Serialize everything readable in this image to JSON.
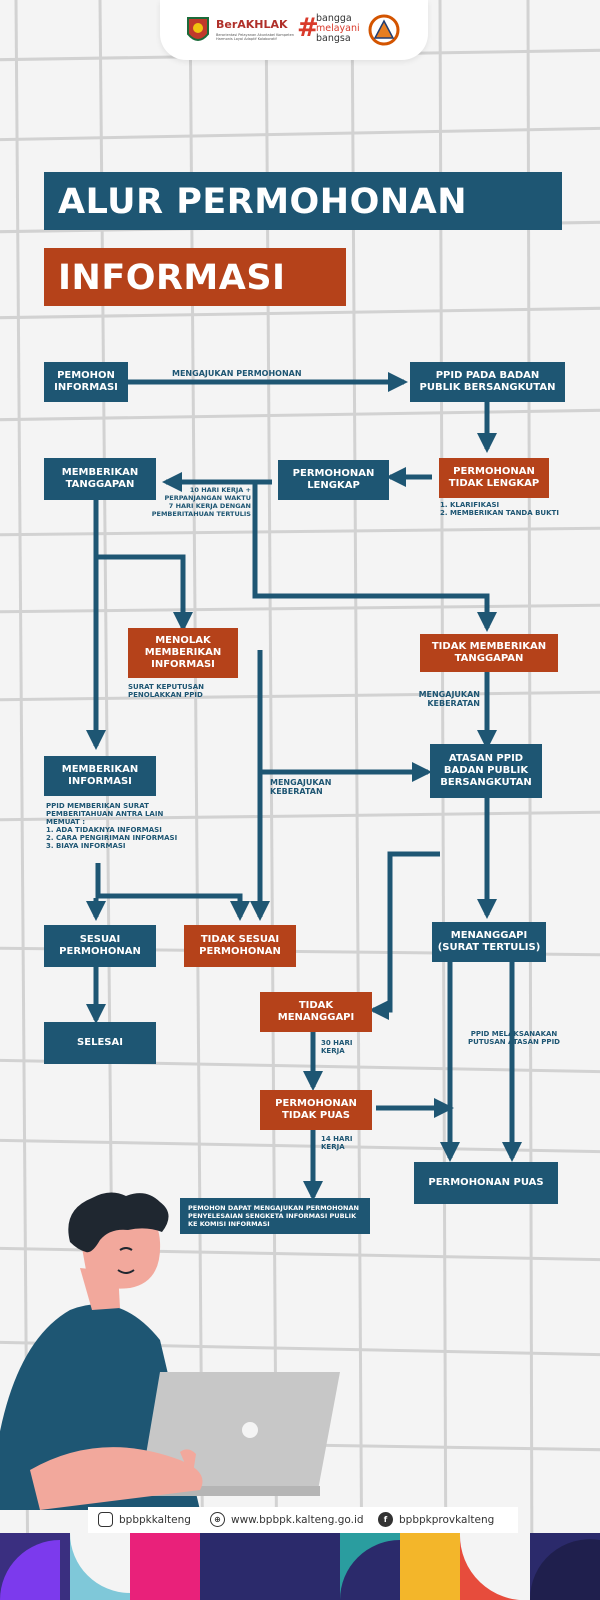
{
  "header": {
    "brand": "BerAKHLAK",
    "brand_sub": "Berorientasi Pelayanan Akuntabel Kompeten Harmonis Loyal Adaptif Kolaboratif",
    "hashtag": "#",
    "tagline": [
      "bangga",
      "melayani",
      "bangsa"
    ]
  },
  "title": {
    "line1": "ALUR PERMOHONAN",
    "line2": "INFORMASI"
  },
  "flow": {
    "pemohon": "PEMOHON INFORMASI",
    "mengajukan": "MENGAJUKAN PERMOHONAN",
    "ppid": "PPID PADA BADAN PUBLIK BERSANGKUTAN",
    "tidak_lengkap": "PERMOHONAN TIDAK LENGKAP",
    "tidak_lengkap_notes": [
      "1. KLARIFIKASI",
      "2. MEMBERIKAN TANDA BUKTI"
    ],
    "lengkap": "PERMOHONAN LENGKAP",
    "waktu_notes": [
      "10 HARI KERJA +",
      "PERPANJANGAN WAKTU",
      "7 HARI KERJA DENGAN",
      "PEMBERITAHUAN TERTULIS"
    ],
    "memberikan_tanggapan": "MEMBERIKAN TANGGAPAN",
    "menolak": "MENOLAK MEMBERIKAN INFORMASI",
    "surat_keputusan": [
      "SURAT KEPUTUSAN",
      "PENOLAKKAN PPID"
    ],
    "tidak_memberikan": "TIDAK MEMBERIKAN TANGGAPAN",
    "mengajukan_keberatan_1": [
      "MENGAJUKAN",
      "KEBERATAN"
    ],
    "memberikan_informasi": "MEMBERIKAN INFORMASI",
    "ppid_surat_notes": [
      "PPID MEMBERIKAN SURAT",
      "PEMBERITAHUAN ANTRA LAIN",
      "MEMUAT :",
      "1. ADA TIDAKNYA INFORMASI",
      "2. CARA PENGIRIMAN INFORMASI",
      "3. BIAYA INFORMASI"
    ],
    "mengajukan_keberatan_2": [
      "MENGAJUKAN",
      "KEBERATAN"
    ],
    "atasan": "ATASAN PPID BADAN PUBLIK BERSANGKUTAN",
    "sesuai": "SESUAI PERMOHONAN",
    "tidak_sesuai": "TIDAK SESUAI PERMOHONAN",
    "menanggapi": "MENANGGAPI (SURAT TERTULIS)",
    "tidak_menanggapi": "TIDAK MENANGGAPI",
    "selesai": "SELESAI",
    "hari_30": [
      "30 HARI",
      "KERJA"
    ],
    "ppid_melaksanakan": [
      "PPID MELAKSANAKAN",
      "PUTUSAN ATASAN PPID"
    ],
    "tidak_puas": "PERMOHONAN TIDAK PUAS",
    "hari_14": [
      "14 HARI",
      "KERJA"
    ],
    "puas": "PERMOHONAN PUAS",
    "sengketa": "PEMOHON DAPAT MENGAJUKAN PERMOHONAN PENYELESAIAN SENGKETA INFORMASI PUBLIK KE KOMISI INFORMASI"
  },
  "footer": {
    "instagram": "bpbpkkalteng",
    "website": "www.bpbpk.kalteng.go.id",
    "facebook": "bpbpkprovkalteng"
  },
  "colors": {
    "blue": "#1e5673",
    "orange": "#b5421a",
    "grid": "#d9d9d9"
  }
}
